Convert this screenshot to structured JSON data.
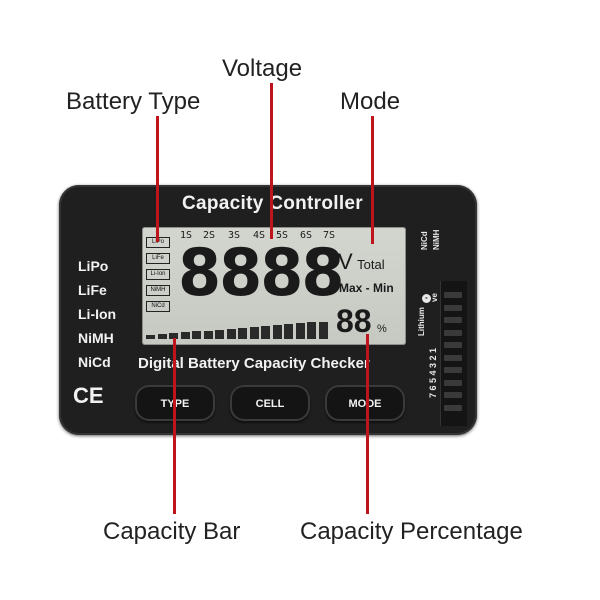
{
  "callouts": {
    "voltage": "Voltage",
    "battery_type": "Battery Type",
    "mode": "Mode",
    "capacity_bar": "Capacity Bar",
    "capacity_percentage": "Capacity Percentage"
  },
  "device": {
    "title": "Capacity Controller",
    "side_types": [
      "LiPo",
      "LiFe",
      "Li-Ion",
      "NiMH",
      "NiCd"
    ],
    "ce_mark": "CE",
    "bottom_label": "Digital Battery Capacity Checker",
    "buttons": [
      "TYPE",
      "CELL",
      "MODE"
    ],
    "right_labels": {
      "nicd": "NiCd",
      "nimh": "NiMH",
      "lithium": "Lithium",
      "ve": "ve",
      "minus": "-",
      "pin_numbers": "7 6 5 4 3 2 1"
    }
  },
  "lcd": {
    "cells": [
      "1S",
      "2S",
      "3S",
      "4S",
      "5S",
      "6S",
      "7S"
    ],
    "type_boxes": [
      "LiPo",
      "LiFe",
      "Li-Ion",
      "NiMH",
      "NiCd"
    ],
    "digits": "8888",
    "unit": "V",
    "total": "Total",
    "max_min": "Max - Min",
    "percent_value": "88",
    "percent_sign": "%"
  },
  "colors": {
    "leader": "#c0141c",
    "body": "#1f1f1f",
    "lcd": "#cfd2cb"
  }
}
